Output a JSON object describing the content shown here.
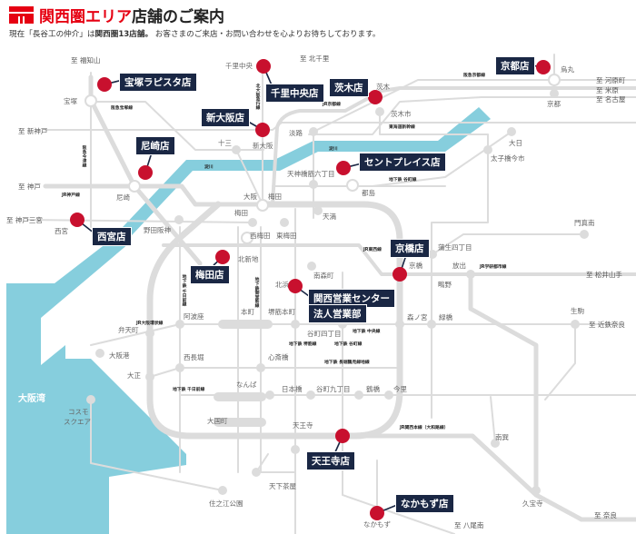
{
  "header": {
    "title_red": "関西圏エリア",
    "title_black": "店舗のご案内",
    "desc_a": "現在「長谷工の仲介」は",
    "desc_b": "関西圏13店舗。",
    "desc_c": " お客さまのご来店・お問い合わせを心よりお待ちしております。"
  },
  "colors": {
    "accent": "#e60012",
    "store_dot": "#c8102e",
    "store_label": "#1a2744",
    "water": "#86cedd",
    "rail": "#dcdcdc"
  },
  "stores": [
    "宝塚ラピスタ店",
    "千里中央店",
    "新大阪店",
    "尼崎店",
    "西宮店",
    "茨木店",
    "京都店",
    "セントプレイス店",
    "梅田店",
    "京橋店",
    "関西営業センター",
    "法人営業部",
    "天王寺店",
    "なかもず店"
  ],
  "water": [
    "淀川",
    "淀川",
    "大阪湾"
  ],
  "destinations": [
    "至 福知山",
    "至 新神戸",
    "至 神戸",
    "至 神戸三宮",
    "至 北千里",
    "至 河原町",
    "至 米原",
    "至 名古屋",
    "至 松井山手",
    "至 近鉄奈良",
    "至 八尾南",
    "至 奈良"
  ],
  "lines": [
    "阪急宝塚線",
    "阪急今津線",
    "JR神戸線",
    "北大阪急行線",
    "JR京都線",
    "阪急京都線",
    "東海道新幹線",
    "地下鉄 谷町線",
    "JR東西線",
    "JR学研都市線",
    "地下鉄 千日前線",
    "地下鉄御堂筋線",
    "JR大阪環状線",
    "地下鉄 中央線",
    "地下鉄 堺筋線",
    "地下鉄 谷町線",
    "地下鉄 長堀鶴見緑地線",
    "地下鉄 千日前線",
    "JR関西本線（大和路線）"
  ],
  "stations": [
    "宝塚",
    "西宮",
    "尼崎",
    "十三",
    "新大阪",
    "千里中央",
    "淡路",
    "茨木",
    "茨木市",
    "京都",
    "烏丸",
    "大日",
    "太子橋今市",
    "天神橋筋六丁目",
    "都島",
    "大阪",
    "梅田",
    "梅田",
    "天満",
    "西梅田",
    "東梅田",
    "野田阪神",
    "北新地",
    "門真南",
    "蒲生四丁目",
    "京橋",
    "放出",
    "鴫野",
    "南森町",
    "北浜",
    "森ノ宮",
    "緑橋",
    "生駒",
    "谷町四丁目",
    "本町",
    "堺筋本町",
    "阿波座",
    "弁天町",
    "大阪港",
    "西長堀",
    "心斎橋",
    "大正",
    "なんば",
    "日本橋",
    "谷町九丁目",
    "鶴橋",
    "今里",
    "コスモ",
    "スクエア",
    "大国町",
    "天王寺",
    "南巽",
    "天下茶屋",
    "住之江公園",
    "なかもず",
    "久宝寺"
  ]
}
